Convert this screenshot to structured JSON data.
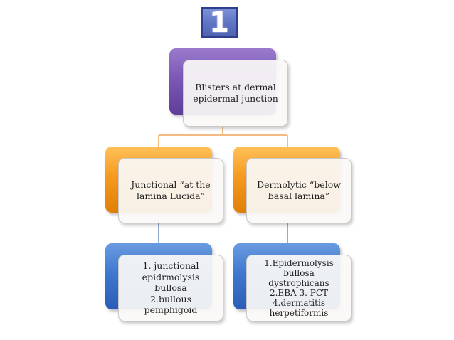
{
  "badge": {
    "text": "1",
    "color": "#5e73c2"
  },
  "diagram": {
    "root": {
      "text": "Blisters at dermal\nepidermal junction",
      "color": "#7b58b6"
    },
    "left": {
      "text": "Junctional “at the\nlamina Lucida”",
      "color": "#f79a1e",
      "child": {
        "text": "1. junctional\nepidrmolysis  bullosa\n2.bullous pemphigoid",
        "color": "#3f78cf"
      }
    },
    "right": {
      "text": "Dermolytic “below\nbasal lamina”",
      "color": "#f79a1e",
      "child": {
        "text": "1.Epidermolysis\nbullosa dystrophicans\n2.EBA 3. PCT\n4.dermatitis\nherpetiformis",
        "color": "#3f78cf"
      }
    },
    "connector_colors": {
      "orange": "#f2a45a",
      "blue": "#6f8fc4"
    }
  }
}
